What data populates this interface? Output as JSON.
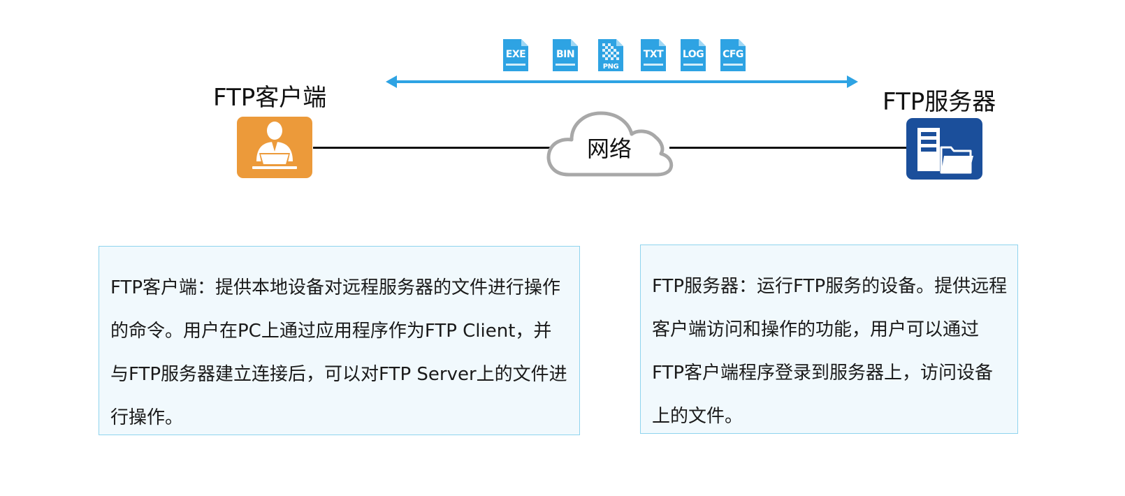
{
  "client": {
    "title": "FTP客户端",
    "color": "#ec9a3a"
  },
  "server": {
    "title": "FTP服务器",
    "color": "#1b4f9b"
  },
  "network": {
    "label": "网络"
  },
  "transfer": {
    "arrow_color": "#2ea3e3",
    "files": [
      {
        "ext": "EXE",
        "icon": "exe-file-icon"
      },
      {
        "ext": "BIN",
        "icon": "bin-file-icon"
      },
      {
        "ext": "PNG",
        "icon": "png-file-icon"
      },
      {
        "ext": "TXT",
        "icon": "txt-file-icon"
      },
      {
        "ext": "LOG",
        "icon": "log-file-icon"
      },
      {
        "ext": "CFG",
        "icon": "cfg-file-icon"
      }
    ]
  },
  "descriptions": {
    "client": "FTP客户端：提供本地设备对远程服务器的文件进行操作的命令。用户在PC上通过应用程序作为FTP Client，并与FTP服务器建立连接后，可以对FTP Server上的文件进行操作。",
    "server": "FTP服务器：运行FTP服务的设备。提供远程客户端访问和操作的功能，用户可以通过FTP客户端程序登录到服务器上，访问设备上的文件。"
  }
}
